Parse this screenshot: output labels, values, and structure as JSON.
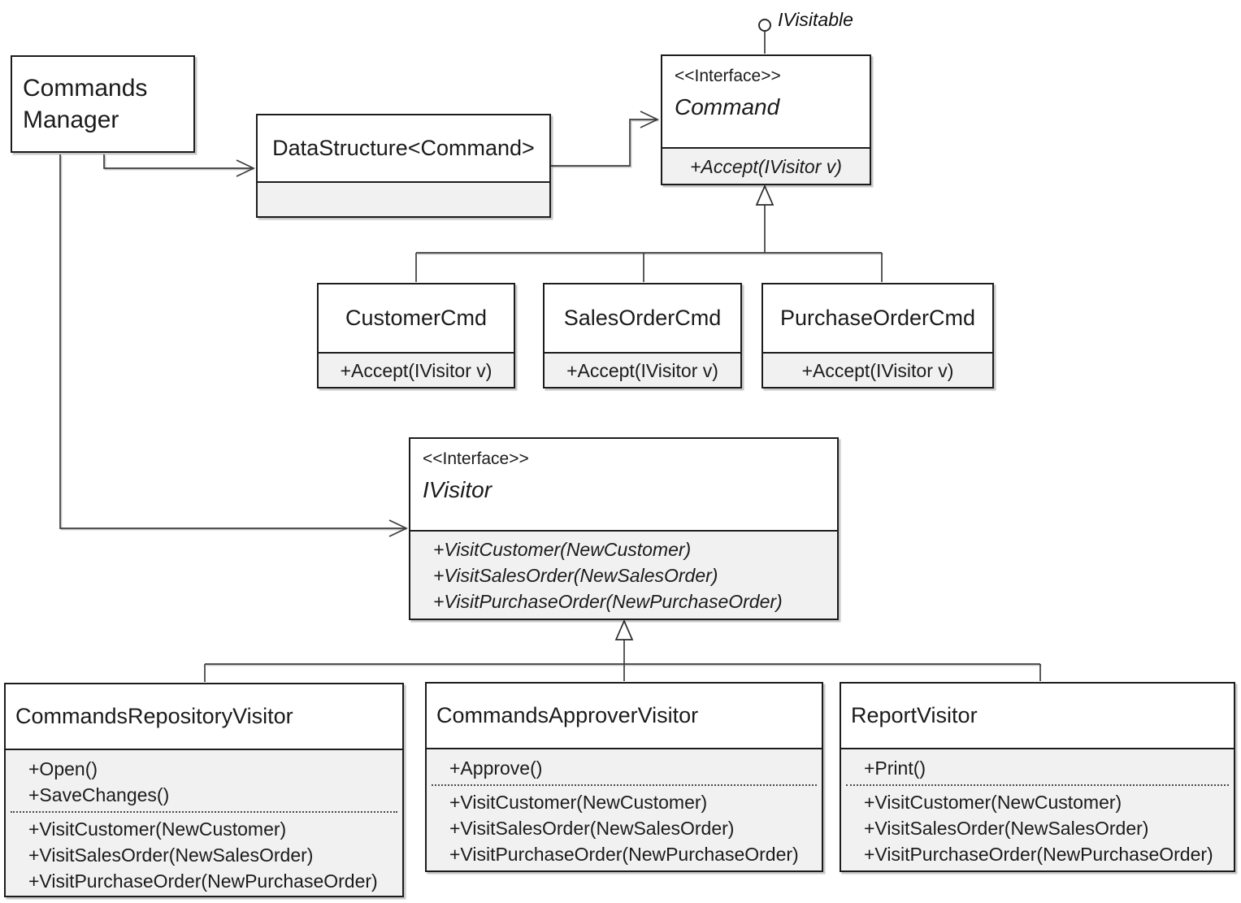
{
  "diagram": {
    "kind": "uml-class-diagram-visitor-pattern",
    "lollipop": {
      "label": "IVisitable"
    },
    "classes": {
      "commands_manager": {
        "line1": "Commands",
        "line2": "Manager"
      },
      "datastructure": {
        "name": "DataStructure<Command>"
      },
      "command": {
        "stereotype": "<<Interface>>",
        "name": "Command",
        "method1": "+Accept(IVisitor v)"
      },
      "customer_cmd": {
        "name": "CustomerCmd",
        "method1": "+Accept(IVisitor v)"
      },
      "salesorder_cmd": {
        "name": "SalesOrderCmd",
        "method1": "+Accept(IVisitor v)"
      },
      "purchaseorder_cmd": {
        "name": "PurchaseOrderCmd",
        "method1": "+Accept(IVisitor v)"
      },
      "ivisitor": {
        "stereotype": "<<Interface>>",
        "name": "IVisitor",
        "method1": "+VisitCustomer(NewCustomer)",
        "method2": "+VisitSalesOrder(NewSalesOrder)",
        "method3": "+VisitPurchaseOrder(NewPurchaseOrder)"
      },
      "repository_visitor": {
        "name": "CommandsRepositoryVisitor",
        "own1": "+Open()",
        "own2": "+SaveChanges()",
        "visit1": "+VisitCustomer(NewCustomer)",
        "visit2": "+VisitSalesOrder(NewSalesOrder)",
        "visit3": "+VisitPurchaseOrder(NewPurchaseOrder)"
      },
      "approver_visitor": {
        "name": "CommandsApproverVisitor",
        "own1": "+Approve()",
        "visit1": "+VisitCustomer(NewCustomer)",
        "visit2": "+VisitSalesOrder(NewSalesOrder)",
        "visit3": "+VisitPurchaseOrder(NewPurchaseOrder)"
      },
      "report_visitor": {
        "name": "ReportVisitor",
        "own1": "+Print()",
        "visit1": "+VisitCustomer(NewCustomer)",
        "visit2": "+VisitSalesOrder(NewSalesOrder)",
        "visit3": "+VisitPurchaseOrder(NewPurchaseOrder)"
      }
    },
    "colors": {
      "box_border": "#1c1c1c",
      "connector_line": "#3d3d3d",
      "method_section_fill": "#f1f1f1",
      "box_fill": "#ffffff",
      "text": "#1b1b1b"
    }
  }
}
